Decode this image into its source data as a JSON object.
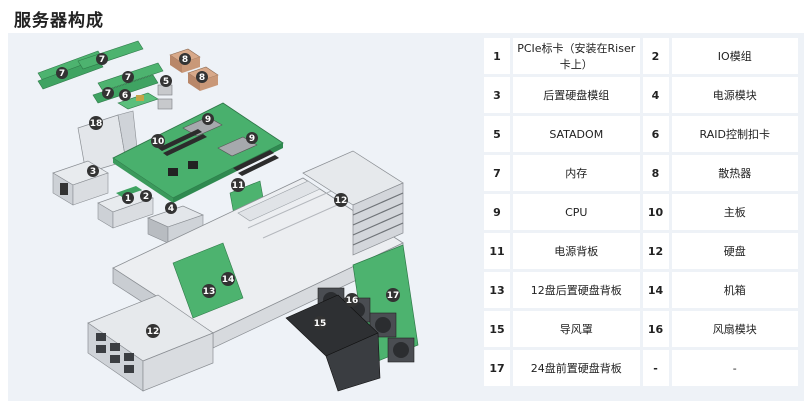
{
  "title": "服务器构成",
  "components": [
    {
      "num": "1",
      "name": "PCIe标卡（安装在Riser卡上）"
    },
    {
      "num": "2",
      "name": "IO模组"
    },
    {
      "num": "3",
      "name": "后置硬盘模组"
    },
    {
      "num": "4",
      "name": "电源模块"
    },
    {
      "num": "5",
      "name": "SATADOM"
    },
    {
      "num": "6",
      "name": "RAID控制扣卡"
    },
    {
      "num": "7",
      "name": "内存"
    },
    {
      "num": "8",
      "name": "散热器"
    },
    {
      "num": "9",
      "name": "CPU"
    },
    {
      "num": "10",
      "name": "主板"
    },
    {
      "num": "11",
      "name": "电源背板"
    },
    {
      "num": "12",
      "name": "硬盘"
    },
    {
      "num": "13",
      "name": "12盘后置硬盘背板"
    },
    {
      "num": "14",
      "name": "机箱"
    },
    {
      "num": "15",
      "name": "导风罩"
    },
    {
      "num": "16",
      "name": "风扇模块"
    },
    {
      "num": "17",
      "name": "24盘前置硬盘背板"
    },
    {
      "num": "-",
      "name": "-"
    }
  ],
  "colors": {
    "panel_bg": "#eef2f7",
    "callout": "#333333",
    "pcb_green": "#3fae6a",
    "metal": "#d9dde2"
  }
}
